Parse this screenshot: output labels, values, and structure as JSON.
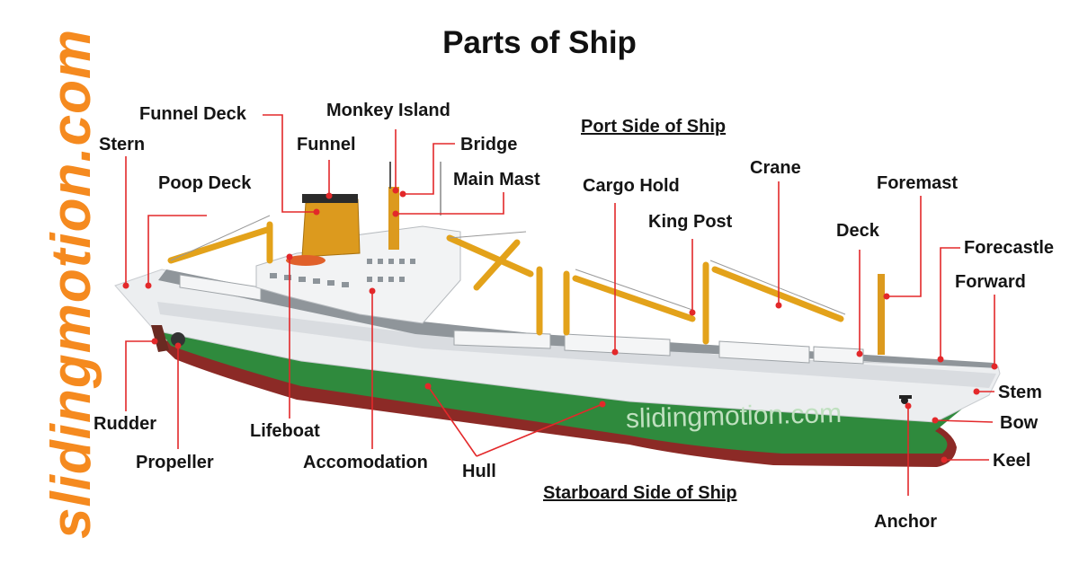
{
  "title": "Parts of Ship",
  "watermark": "slidingmotion.com",
  "hull_watermark": "slidingmotion.com",
  "sides": {
    "port": "Port Side of Ship",
    "starboard": "Starboard Side of Ship"
  },
  "labels": {
    "stern": "Stern",
    "funnel_deck": "Funnel Deck",
    "monkey_island": "Monkey Island",
    "funnel": "Funnel",
    "bridge": "Bridge",
    "poop_deck": "Poop Deck",
    "main_mast": "Main Mast",
    "cargo_hold": "Cargo Hold",
    "crane": "Crane",
    "foremast": "Foremast",
    "king_post": "King Post",
    "deck": "Deck",
    "forecastle": "Forecastle",
    "forward": "Forward",
    "stem": "Stem",
    "bow": "Bow",
    "keel": "Keel",
    "anchor": "Anchor",
    "rudder": "Rudder",
    "propeller": "Propeller",
    "lifeboat": "Lifeboat",
    "accomodation": "Accomodation",
    "hull": "Hull"
  },
  "colors": {
    "leader": "#e3282a",
    "watermark": "#f58a1f",
    "hull_white": "#eceef0",
    "boot_green": "#2f8a3d",
    "bottom_red": "#8c2a26",
    "crane_yellow": "#e3a21a"
  }
}
